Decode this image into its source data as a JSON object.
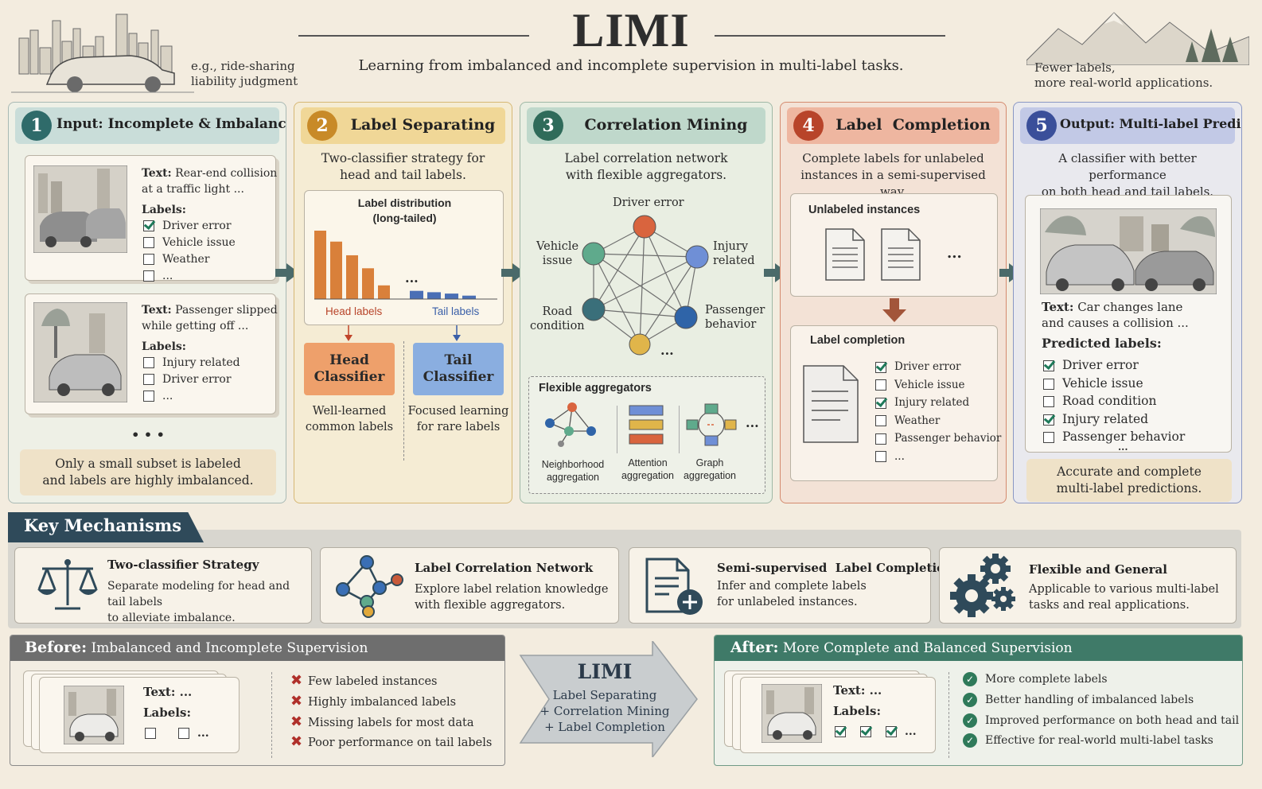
{
  "header": {
    "title": "LIMI",
    "subtitle": "Learning from imbalanced and incomplete supervision in multi-label tasks.",
    "left_note": [
      "e.g., ride-sharing",
      "liability judgment"
    ],
    "right_note": [
      "Fewer labels,",
      "more real-world applications."
    ]
  },
  "panel1": {
    "num": "1",
    "title": "Input: Incomplete & Imbalanced Data",
    "card1": {
      "text_label": "Text:",
      "text": [
        "Rear-end collision",
        "at a traffic light ..."
      ],
      "labels_label": "Labels:",
      "labels": [
        {
          "name": "Driver error",
          "checked": true
        },
        {
          "name": "Vehicle issue",
          "checked": false
        },
        {
          "name": "Weather",
          "checked": false
        },
        {
          "name": "...",
          "checked": false
        }
      ]
    },
    "card2": {
      "text_label": "Text:",
      "text": [
        "Passenger slipped",
        "while getting off ..."
      ],
      "labels_label": "Labels:",
      "labels": [
        {
          "name": "Injury related",
          "checked": false
        },
        {
          "name": "Driver error",
          "checked": false
        },
        {
          "name": "...",
          "checked": false
        }
      ]
    },
    "more": "• • •",
    "note": [
      "Only a small subset is labeled",
      "and labels are highly imbalanced."
    ]
  },
  "panel2": {
    "num": "2",
    "title": "Label Separating",
    "desc": [
      "Two-classifier strategy for",
      "head and tail labels."
    ],
    "chart_title": [
      "Label distribution",
      "(long-tailed)"
    ],
    "head_label": "Head labels",
    "tail_label": "Tail labels",
    "ellipsis": "...",
    "head_classifier": [
      "Head",
      "Classifier"
    ],
    "tail_classifier": [
      "Tail",
      "Classifier"
    ],
    "head_desc": [
      "Well-learned",
      "common labels"
    ],
    "tail_desc": [
      "Focused learning",
      "for rare labels"
    ]
  },
  "chart_data": {
    "type": "bar",
    "values": [
      1.0,
      0.84,
      0.64,
      0.45,
      0.2,
      0.12,
      0.1,
      0.08,
      0.05
    ],
    "groups": [
      "head",
      "head",
      "head",
      "head",
      "head",
      "tail",
      "tail",
      "tail",
      "tail"
    ],
    "colors": {
      "head": "#d9803a",
      "tail": "#4a6fb5"
    }
  },
  "panel3": {
    "num": "3",
    "title": "Correlation Mining",
    "desc": [
      "Label correlation network",
      "with flexible aggregators."
    ],
    "nodes": {
      "driver": "Driver error",
      "vehicle": [
        "Vehicle",
        "issue"
      ],
      "injury": [
        "Injury",
        "related"
      ],
      "road": [
        "Road",
        "condition"
      ],
      "passenger": [
        "Passenger",
        "behavior"
      ],
      "more": "..."
    },
    "agg_title": "Flexible aggregators",
    "aggs": [
      [
        "Neighborhood",
        "aggregation"
      ],
      [
        "Attention",
        "aggregation"
      ],
      [
        "Graph",
        "aggregation"
      ]
    ],
    "agg_more": "..."
  },
  "panel4": {
    "num": "4",
    "title": "Label  Completion",
    "desc": [
      "Complete labels for unlabeled",
      "instances in a semi-supervised way."
    ],
    "unlabeled_title": "Unlabeled instances",
    "unlabeled_more": "...",
    "completion_title": "Label completion",
    "labels": [
      {
        "name": "Driver error",
        "checked": true
      },
      {
        "name": "Vehicle issue",
        "checked": false
      },
      {
        "name": "Injury related",
        "checked": true
      },
      {
        "name": "Weather",
        "checked": false
      },
      {
        "name": "Passenger behavior",
        "checked": false
      },
      {
        "name": "...",
        "checked": false
      }
    ]
  },
  "panel5": {
    "num": "5",
    "title": "Output: Multi-label Predictions",
    "desc": [
      "A classifier with better performance",
      "on both head and tail labels."
    ],
    "text_label": "Text:",
    "text": [
      "Car changes lane",
      "and causes a collision ..."
    ],
    "pred_title": "Predicted labels:",
    "labels": [
      {
        "name": "Driver error",
        "checked": true
      },
      {
        "name": "Vehicle issue",
        "checked": false
      },
      {
        "name": "Road condition",
        "checked": false
      },
      {
        "name": "Injury related",
        "checked": true
      },
      {
        "name": "Passenger behavior",
        "checked": false
      }
    ],
    "more": "...",
    "note": [
      "Accurate and complete",
      "multi-label predictions."
    ]
  },
  "mechanisms": {
    "title": "Key Mechanisms",
    "items": [
      {
        "title": "Two-classifier Strategy",
        "desc": [
          "Separate modeling for head and tail labels",
          "to alleviate imbalance."
        ]
      },
      {
        "title": "Label Correlation Network",
        "desc": [
          "Explore label relation knowledge",
          "with flexible aggregators."
        ]
      },
      {
        "title": "Semi-supervised  Label Completion",
        "desc": [
          "Infer and complete labels",
          "for unlabeled instances."
        ]
      },
      {
        "title": "Flexible and General",
        "desc": [
          "Applicable to various multi-label",
          "tasks and real applications."
        ]
      }
    ]
  },
  "before": {
    "title_bold": "Before:",
    "title_rest": "Imbalanced and Incomplete Supervision",
    "text_label": "Text: ...",
    "labels_label": "Labels:",
    "more": "...",
    "issues": [
      "Few labeled instances",
      "Highly imbalanced labels",
      "Missing labels for most data",
      "Poor performance on tail labels"
    ]
  },
  "middle": {
    "title": "LIMI",
    "lines": [
      "Label Separating",
      "+ Correlation Mining",
      "+ Label Completion"
    ]
  },
  "after": {
    "title_bold": "After:",
    "title_rest": "More Complete and Balanced Supervision",
    "text_label": "Text: ...",
    "labels_label": "Labels:",
    "more": "...",
    "benefits": [
      "More complete labels",
      "Better handling of imbalanced labels",
      "Improved performance on both head and tail labels",
      "Effective for real-world multi-label tasks"
    ]
  }
}
